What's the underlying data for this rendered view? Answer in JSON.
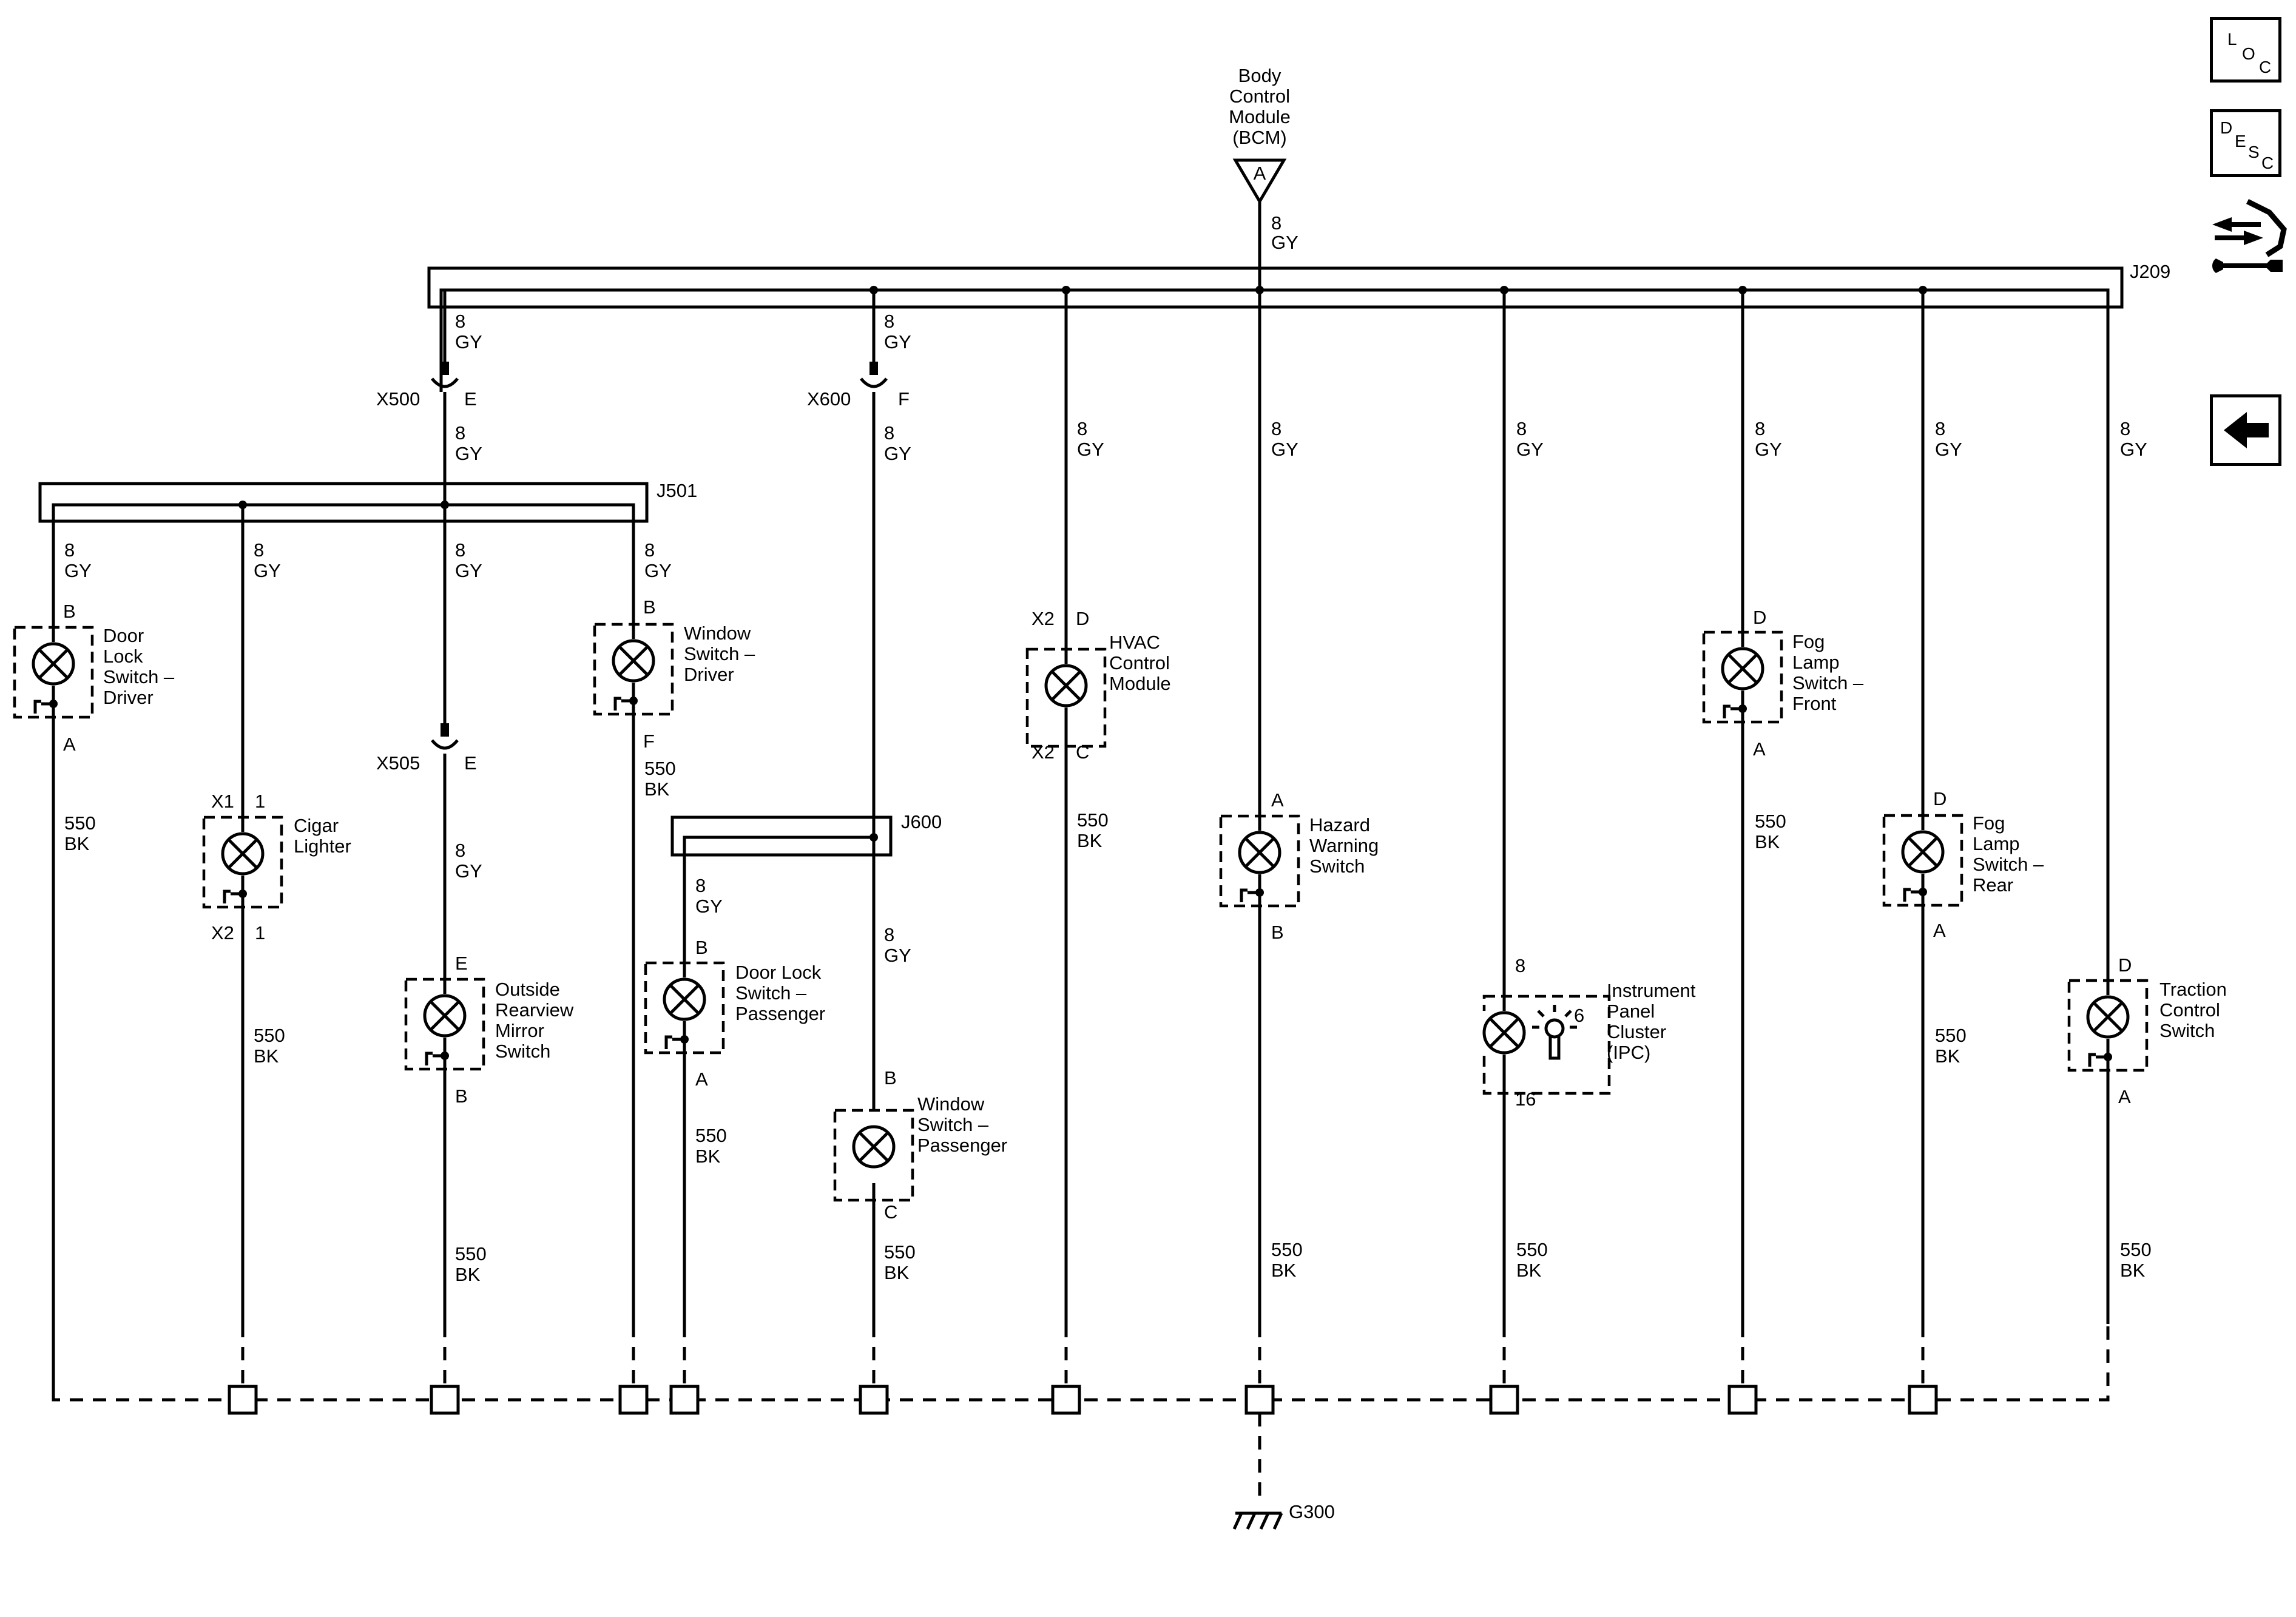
{
  "nav": {
    "loc": [
      "L",
      "O",
      "C"
    ],
    "desc": [
      "D",
      "E",
      "S",
      "C"
    ]
  },
  "bcm": {
    "title": [
      "Body",
      "Control",
      "Module",
      "(BCM)"
    ],
    "pin": "A",
    "wire": [
      "8",
      "GY"
    ]
  },
  "splices": {
    "j209": "J209",
    "j501": "J501",
    "j600": "J600"
  },
  "connectors": [
    {
      "name": "X500",
      "pin": "E"
    },
    {
      "name": "X600",
      "pin": "F"
    },
    {
      "name": "X505",
      "pin": "E"
    }
  ],
  "power_wire": {
    "size": "8",
    "color": "GY"
  },
  "ground_wire": {
    "size": "550",
    "color": "BK"
  },
  "components": [
    {
      "id": "door-lock-switch-driver",
      "name": [
        "Door",
        "Lock",
        "Switch –",
        "Driver"
      ],
      "pin_top": "B",
      "pin_bottom": "A"
    },
    {
      "id": "cigar-lighter",
      "name": [
        "Cigar",
        "Lighter"
      ],
      "conn_top": "X1",
      "pin_top": "1",
      "conn_bottom": "X2",
      "pin_bottom": "1"
    },
    {
      "id": "outside-rearview-mirror-switch",
      "name": [
        "Outside",
        "Rearview",
        "Mirror",
        "Switch"
      ],
      "pin_top": "E",
      "pin_bottom": "B"
    },
    {
      "id": "window-switch-driver",
      "name": [
        "Window",
        "Switch –",
        "Driver"
      ],
      "pin_top": "B",
      "pin_bottom": "F"
    },
    {
      "id": "door-lock-switch-passenger",
      "name": [
        "Door Lock",
        "Switch –",
        "Passenger"
      ],
      "pin_top": "B",
      "pin_bottom": "A"
    },
    {
      "id": "window-switch-passenger",
      "name": [
        "Window",
        "Switch –",
        "Passenger"
      ],
      "pin_top": "B",
      "pin_bottom": "C"
    },
    {
      "id": "hvac-control-module",
      "name": [
        "HVAC",
        "Control",
        "Module"
      ],
      "conn_top": "X2",
      "pin_top": "D",
      "conn_bottom": "X2",
      "pin_bottom": "C"
    },
    {
      "id": "hazard-warning-switch",
      "name": [
        "Hazard",
        "Warning",
        "Switch"
      ],
      "pin_top": "A",
      "pin_bottom": "B"
    },
    {
      "id": "instrument-panel-cluster",
      "name": [
        "Instrument",
        "Panel",
        "Cluster",
        "(IPC)"
      ],
      "pin_top": "8",
      "pin_bottom": "16",
      "pin_lamp": "6"
    },
    {
      "id": "fog-lamp-switch-front",
      "name": [
        "Fog",
        "Lamp",
        "Switch –",
        "Front"
      ],
      "pin_top": "D",
      "pin_bottom": "A"
    },
    {
      "id": "fog-lamp-switch-rear",
      "name": [
        "Fog",
        "Lamp",
        "Switch –",
        "Rear"
      ],
      "pin_top": "D",
      "pin_bottom": "A"
    },
    {
      "id": "traction-control-switch",
      "name": [
        "Traction",
        "Control",
        "Switch"
      ],
      "pin_top": "D",
      "pin_bottom": "A"
    }
  ],
  "ground": {
    "label": "G300"
  }
}
